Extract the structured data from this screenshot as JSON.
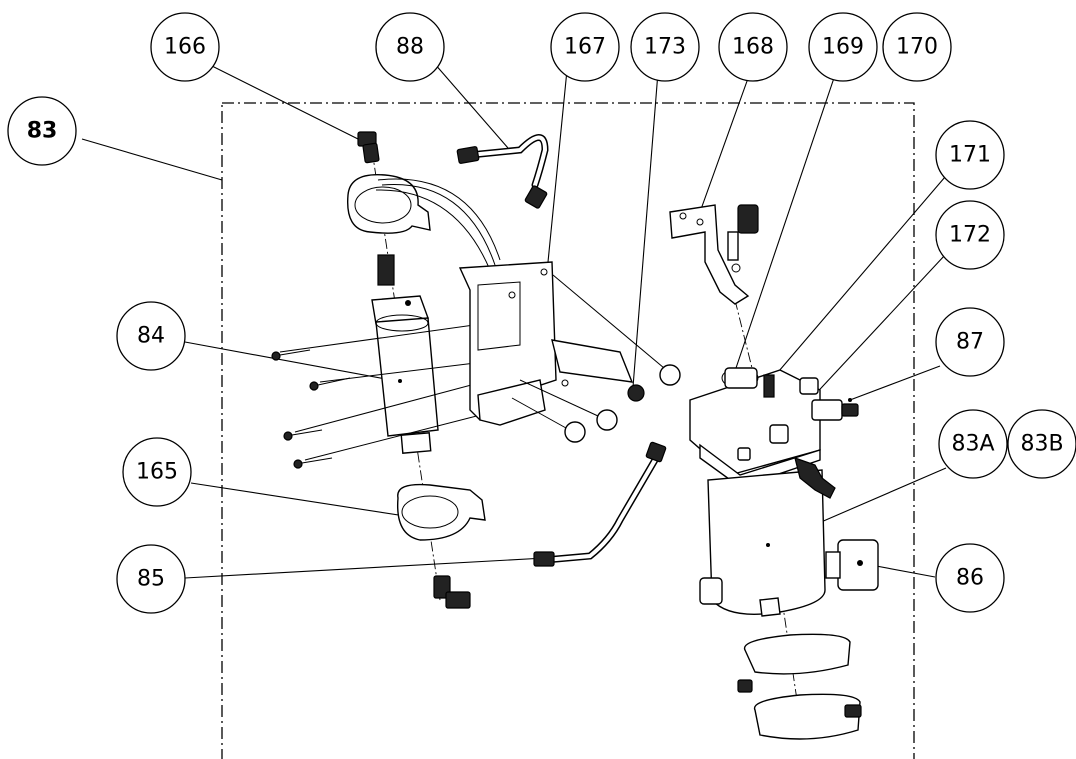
{
  "balloons": [
    {
      "label": "83",
      "bold": true
    },
    {
      "label": "166"
    },
    {
      "label": "88"
    },
    {
      "label": "167"
    },
    {
      "label": "173"
    },
    {
      "label": "168"
    },
    {
      "label": "169"
    },
    {
      "label": "170"
    },
    {
      "label": "171"
    },
    {
      "label": "172"
    },
    {
      "label": "87"
    },
    {
      "label": "84"
    },
    {
      "label": "83A"
    },
    {
      "label": "83B"
    },
    {
      "label": "165"
    },
    {
      "label": "85"
    },
    {
      "label": "86"
    }
  ]
}
